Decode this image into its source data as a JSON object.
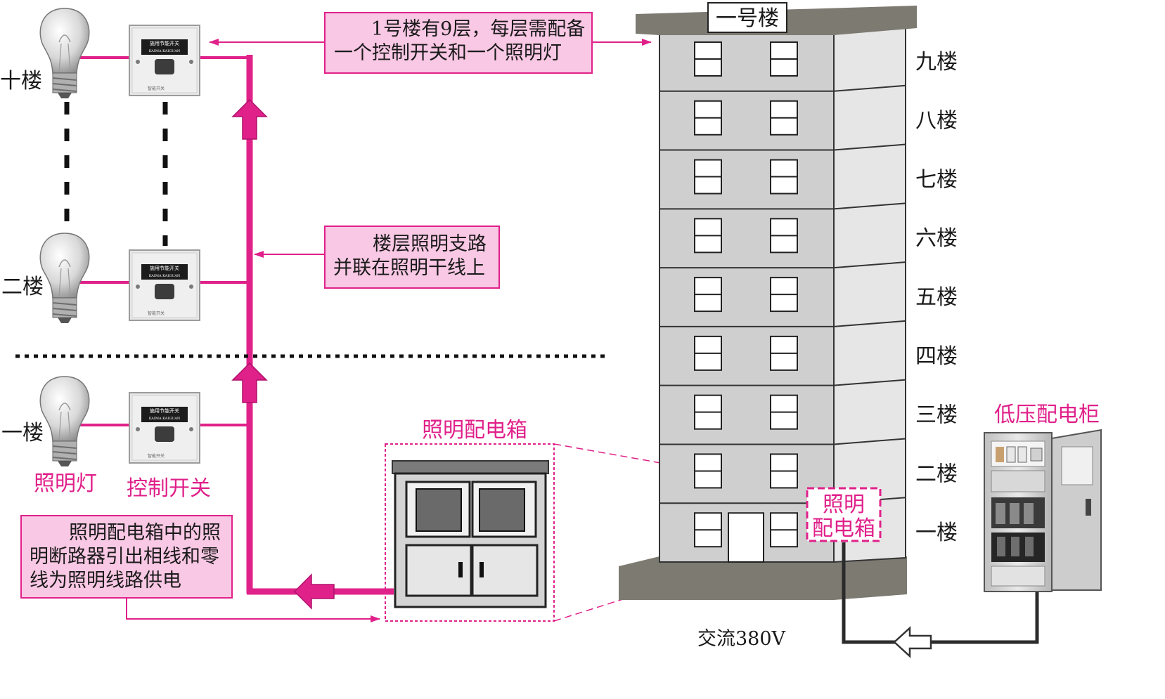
{
  "colors": {
    "accent": "#e0218a",
    "note_bg": "#f9c8e4",
    "building_face": "#cfcfcf",
    "building_side": "#e6e6e6",
    "roof": "#7d7a72",
    "feeder_wire": "#2b2b2b"
  },
  "left_floors": {
    "top": "十楼",
    "middle": "二楼",
    "bottom": "一楼"
  },
  "lamp_label": "照明灯",
  "switch_label": "控制开关",
  "switch_plate_text": [
    "施用节能开关",
    "KAIMA KAIGUAN",
    "智能开关"
  ],
  "notes": {
    "top": [
      "1号楼有9层，每层需配备",
      "一个控制开关和一个照明灯"
    ],
    "middle": [
      "楼层照明支路",
      "并联在照明干线上"
    ],
    "bottom": [
      "照明配电箱中的照",
      "明断路器引出相线和零",
      "线为照明线路供电"
    ]
  },
  "distribution_box_title": "照明配电箱",
  "building": {
    "name": "一号楼",
    "floor_labels": [
      "九楼",
      "八楼",
      "七楼",
      "六楼",
      "五楼",
      "四楼",
      "三楼",
      "二楼",
      "一楼"
    ],
    "box_label": [
      "照明",
      "配电箱"
    ]
  },
  "cabinet_title": "低压配电柜",
  "supply_label": "交流380V",
  "icons": {
    "lamp": "light-bulb-icon",
    "switch": "wall-switch-icon",
    "arrow": "arrow-icon",
    "cabinet": "distribution-cabinet-icon"
  }
}
